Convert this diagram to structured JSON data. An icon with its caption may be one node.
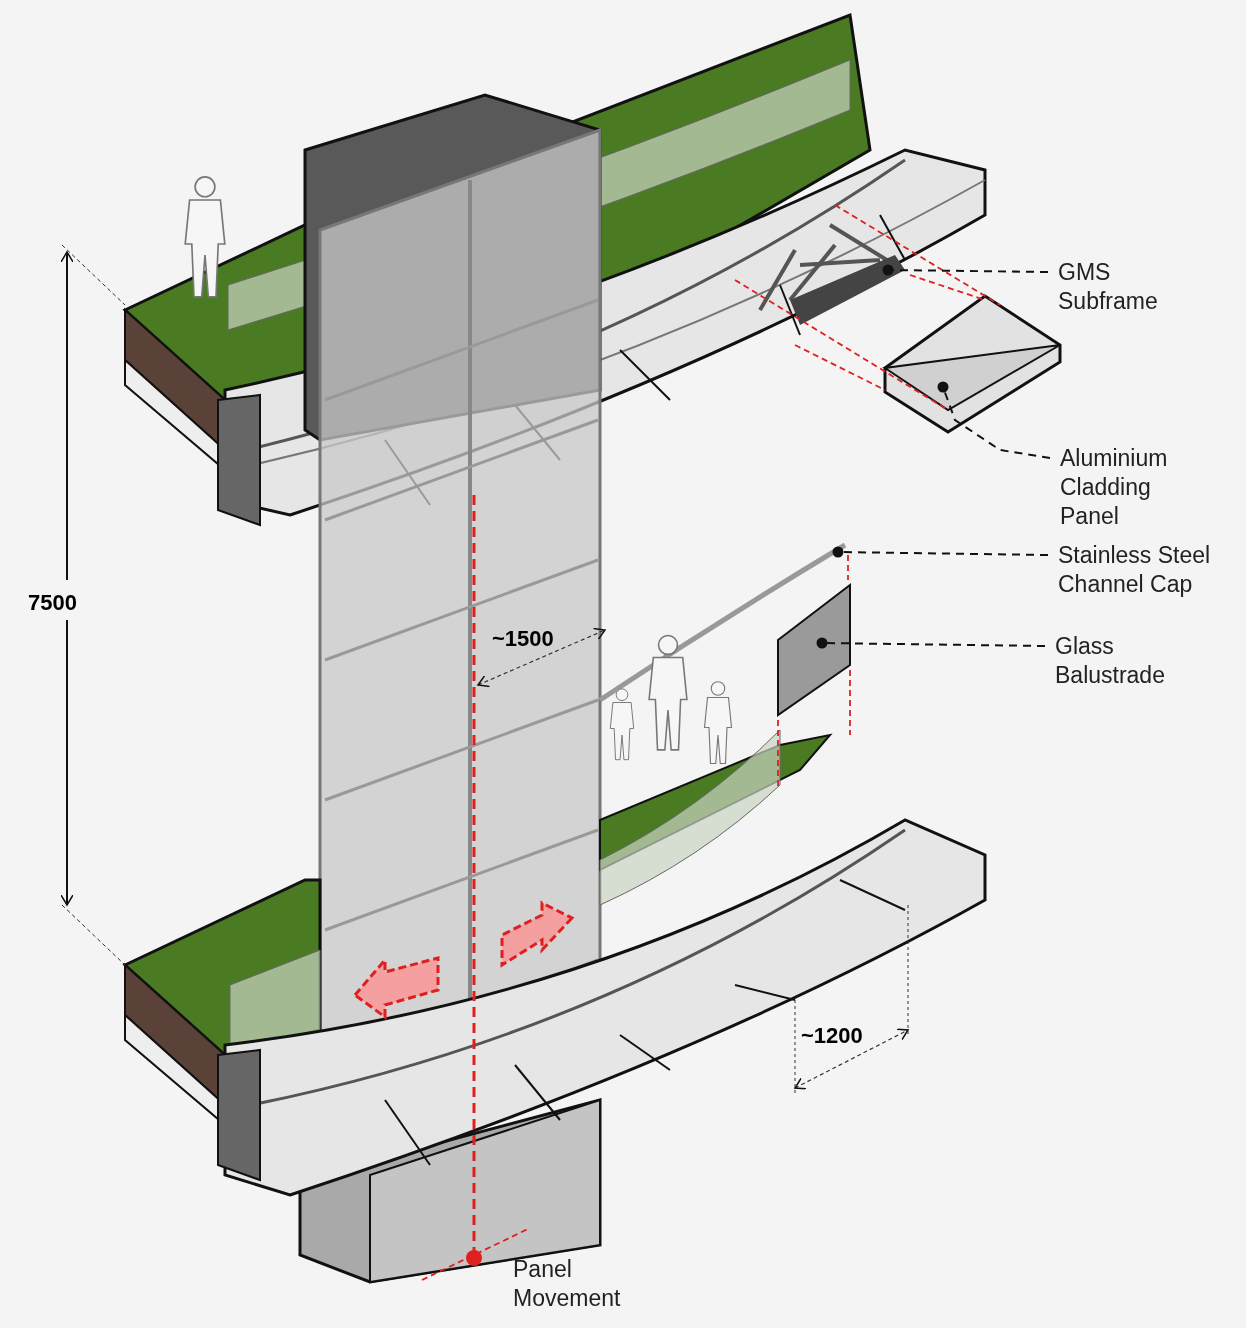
{
  "diagram": {
    "nodes": [
      {
        "text": [
          "GMS Subframe"
        ]
      },
      {
        "text": [
          "Aluminium Cladding Panel"
        ]
      },
      {
        "text": [
          "Stainless Steel Channel Cap"
        ]
      },
      {
        "text": [
          "Glass Balustrade"
        ]
      }
    ],
    "edges": [
      {
        "from": 0,
        "to": null,
        "arrow": "other",
        "style": "dashed"
      },
      {
        "from": 1,
        "to": null,
        "arrow": "other",
        "style": "dashed"
      },
      {
        "from": 2,
        "to": null,
        "arrow": "other",
        "style": "dashed"
      },
      {
        "from": 3,
        "to": null,
        "arrow": "other",
        "style": "dashed"
      }
    ],
    "labels": [
      "7500",
      "~1500",
      "~1200",
      "Panel Movement"
    ]
  }
}
